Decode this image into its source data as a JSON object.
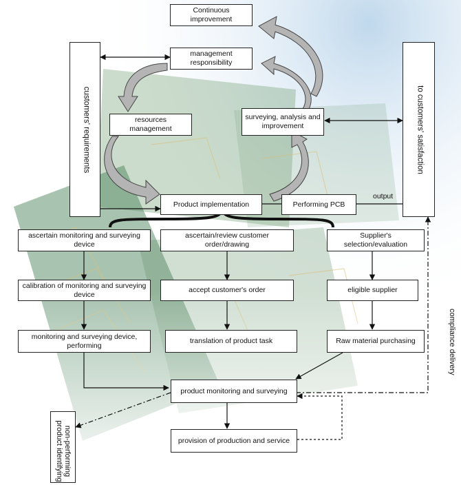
{
  "boxes": {
    "continuous_improvement": "Continuous improvement",
    "management_responsibility": "management responsibility",
    "resources_management": "resources management",
    "surveying_analysis": "surveying, analysis and improvement",
    "product_implementation": "Product implementation",
    "performing_pcb": "Performing PCB",
    "ascertain_monitoring": "ascertain monitoring and surveying device",
    "ascertain_review": "ascertain/review customer order/drawing",
    "supplier_selection": "Supplier's selection/evaluation",
    "calibration": "calibration of monitoring and surveying device",
    "accept_order": "accept customer's order",
    "eligible_supplier": "eligible supplier",
    "monitoring_performing": "monitoring and surveying device, performing",
    "translation_task": "translation of product task",
    "raw_material": "Raw material purchasing",
    "product_monitoring": "product monitoring and surveying",
    "provision": "provision of production and service"
  },
  "vertical": {
    "customers_requirements": "customers' requirements",
    "customers_satisfaction": "to customers' satisfaction",
    "non_performing_line1": "non-performing",
    "non_performing_line2": "product identifying"
  },
  "labels": {
    "output": "output",
    "compliance_delivery": "compliance delivery"
  },
  "colors": {
    "border": "#222222",
    "arrow_fill": "#b4b4b4",
    "background_board": "#3f7a55",
    "background_sky": "#c8dced"
  }
}
